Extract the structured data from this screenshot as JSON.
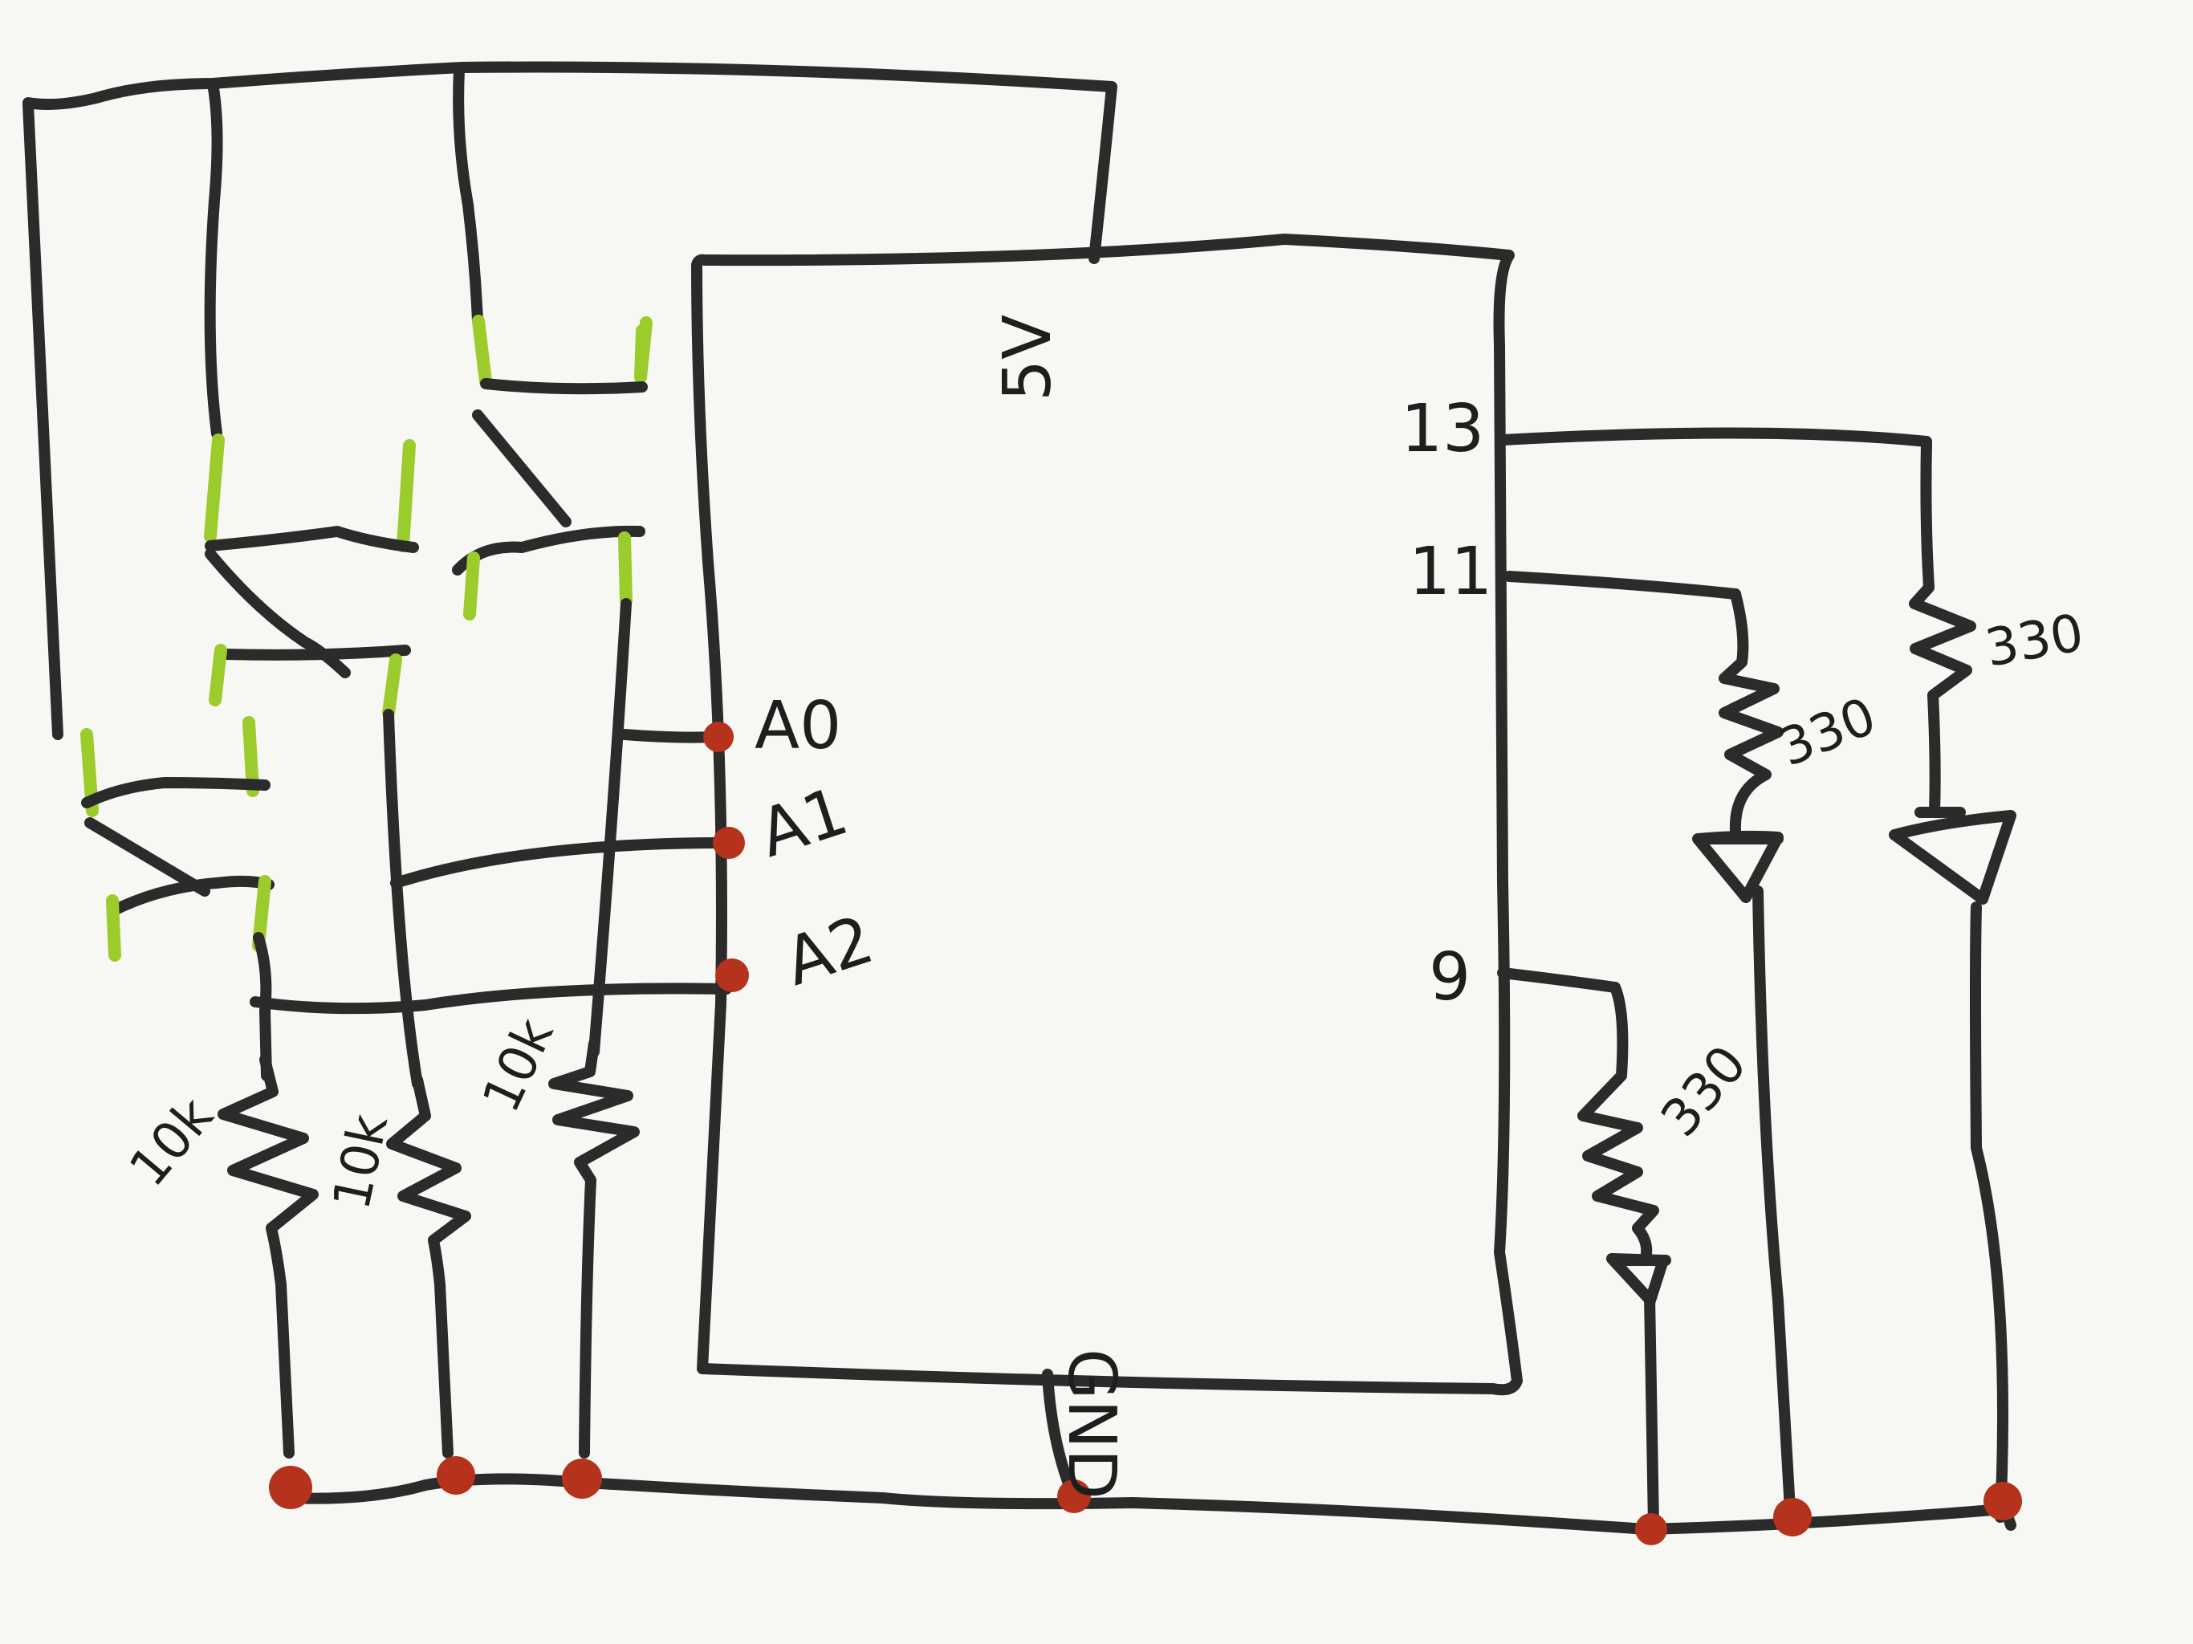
{
  "diagram": {
    "pin_labels": {
      "five_volt": "5V",
      "gnd": "GND",
      "d13": "13",
      "d11": "11",
      "d9": "9",
      "a0": "A0",
      "a1": "A1",
      "a2": "A2"
    },
    "pull_down_resistors": [
      "10k",
      "10k",
      "10k"
    ],
    "led_resistors": [
      "330",
      "330",
      "330"
    ],
    "colors": {
      "wire": "#2b2b2b",
      "switch_contact": "#9ccc2c",
      "junction": "#b5321c",
      "background": "#f7f8f3"
    }
  }
}
